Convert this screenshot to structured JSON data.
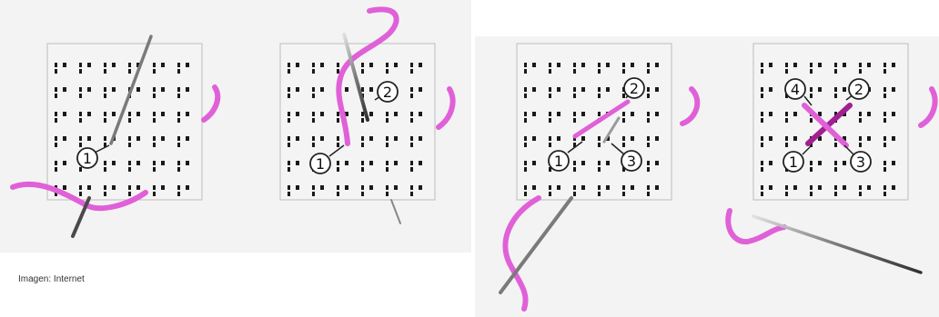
{
  "caption": "Imagen: Internet",
  "colors": {
    "thread": "#e060d8",
    "thread_dark": "#a0208f",
    "fabric": "#f4f4f4",
    "fabric_border": "#bdbdbd",
    "hole": "#1a1a1a",
    "needle": "#6a6a6a"
  },
  "panels": [
    {
      "labels": [
        "1"
      ]
    },
    {
      "labels": [
        "2",
        "1"
      ]
    },
    {
      "labels": [
        "2",
        "1",
        "3"
      ]
    },
    {
      "labels": [
        "4",
        "2",
        "1",
        "3"
      ]
    }
  ]
}
